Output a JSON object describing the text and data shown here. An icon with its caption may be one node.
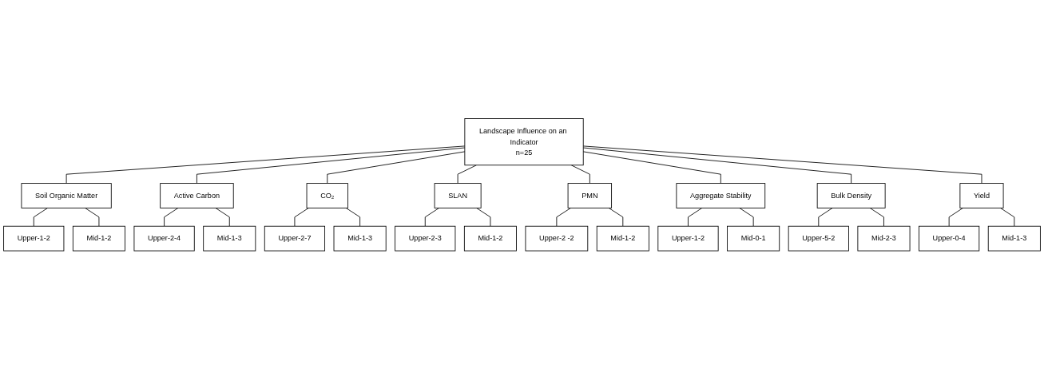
{
  "diagram": {
    "nodes": [
      {
        "text": [
          "Landscape Influence on an Indicator",
          "n=25"
        ]
      },
      {
        "text": [
          "Soil Organic Matter"
        ]
      },
      {
        "text": [
          "Active Carbon"
        ]
      },
      {
        "text": [
          "CO₂"
        ]
      },
      {
        "text": [
          "SLAN"
        ]
      },
      {
        "text": [
          "PMN"
        ]
      },
      {
        "text": [
          "Aggregate Stability"
        ]
      },
      {
        "text": [
          "Bulk Density"
        ]
      },
      {
        "text": [
          "Yield"
        ]
      },
      {
        "text": [
          "Upper-1-2"
        ]
      },
      {
        "text": [
          "Upper-2-4"
        ]
      },
      {
        "text": [
          "Upper-2-7"
        ]
      },
      {
        "text": [
          "Upper-2-3"
        ]
      },
      {
        "text": [
          "Upper-2 -2"
        ]
      },
      {
        "text": [
          "Upper-1-2"
        ]
      },
      {
        "text": [
          "Upper-5-2"
        ]
      },
      {
        "text": [
          "Upper-0-4"
        ]
      },
      {
        "text": [
          "Mid-1-2"
        ]
      },
      {
        "text": [
          "Mid-1-3"
        ]
      },
      {
        "text": [
          "Mid-1-3"
        ]
      },
      {
        "text": [
          "Mid-1-2"
        ]
      },
      {
        "text": [
          "Mid-1-2"
        ]
      },
      {
        "text": [
          "Mid-0-1"
        ]
      },
      {
        "text": [
          "Mid-2-3"
        ]
      },
      {
        "text": [
          "Mid-1-3"
        ]
      }
    ],
    "edges": [
      {
        "from": 0,
        "to": 1,
        "arrow": "none"
      },
      {
        "from": 0,
        "to": 2,
        "arrow": "none"
      },
      {
        "from": 0,
        "to": 3,
        "arrow": "none"
      },
      {
        "from": 0,
        "to": 4,
        "arrow": "none"
      },
      {
        "from": 0,
        "to": 5,
        "arrow": "none"
      },
      {
        "from": 0,
        "to": 6,
        "arrow": "none"
      },
      {
        "from": 0,
        "to": 7,
        "arrow": "none"
      },
      {
        "from": 0,
        "to": 8,
        "arrow": "none"
      },
      {
        "from": 1,
        "to": 9,
        "arrow": "none"
      },
      {
        "from": 1,
        "to": 17,
        "arrow": "none"
      },
      {
        "from": 2,
        "to": 10,
        "arrow": "none"
      },
      {
        "from": 2,
        "to": 18,
        "arrow": "none"
      },
      {
        "from": 3,
        "to": 11,
        "arrow": "none"
      },
      {
        "from": 3,
        "to": 19,
        "arrow": "none"
      },
      {
        "from": 4,
        "to": 12,
        "arrow": "none"
      },
      {
        "from": 4,
        "to": 20,
        "arrow": "none"
      },
      {
        "from": 5,
        "to": 13,
        "arrow": "none"
      },
      {
        "from": 5,
        "to": 21,
        "arrow": "none"
      },
      {
        "from": 6,
        "to": 14,
        "arrow": "none"
      },
      {
        "from": 6,
        "to": 22,
        "arrow": "none"
      },
      {
        "from": 7,
        "to": 15,
        "arrow": "none"
      },
      {
        "from": 7,
        "to": 23,
        "arrow": "none"
      },
      {
        "from": 8,
        "to": 16,
        "arrow": "none"
      },
      {
        "from": 8,
        "to": 24,
        "arrow": "none"
      }
    ]
  }
}
